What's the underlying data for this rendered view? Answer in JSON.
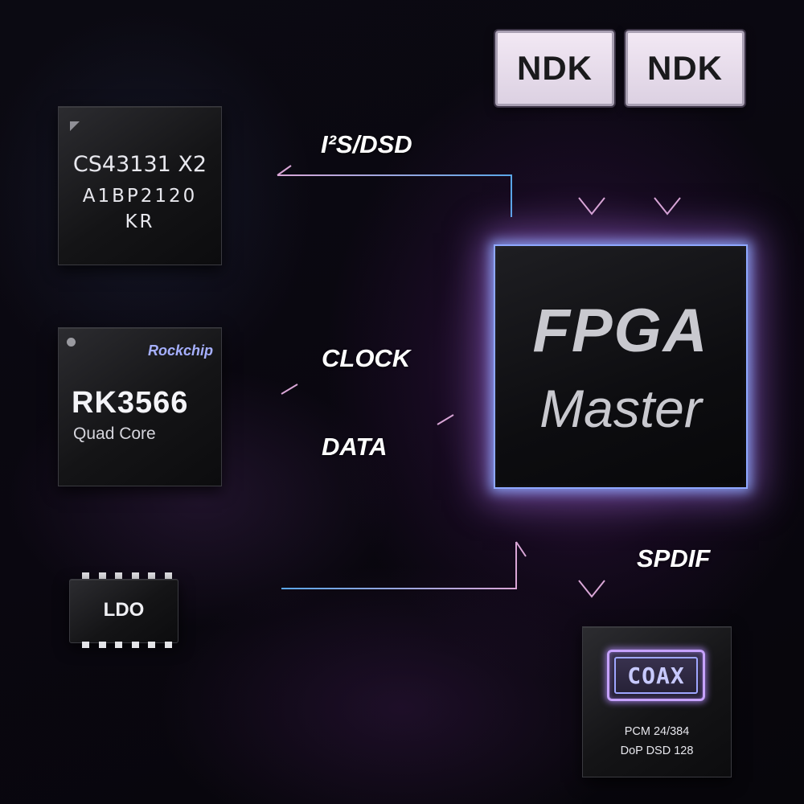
{
  "chips": {
    "cs43131": {
      "line1": "CS43131 X2",
      "line2": "A1BP2120",
      "line3": "KR"
    },
    "rk3566": {
      "brand": "Rockchip",
      "model": "RK3566",
      "subtitle": "Quad Core"
    },
    "ldo": {
      "label": "LDO"
    },
    "ndk": [
      "NDK",
      "NDK"
    ],
    "fpga": {
      "title": "FPGA",
      "subtitle": "Master"
    },
    "coax": {
      "badge": "COAX",
      "spec1": "PCM 24/384",
      "spec2": "DoP DSD 128"
    }
  },
  "signals": {
    "i2s_dsd": "I²S/DSD",
    "clock": "CLOCK",
    "data": "DATA",
    "spdif": "SPDIF"
  },
  "colors": {
    "line_blue": "#5aa6e8",
    "line_pink": "#d9a6d6",
    "fpga_glow": "#8fa8ff",
    "coax_accent": "#c6a2ff"
  }
}
